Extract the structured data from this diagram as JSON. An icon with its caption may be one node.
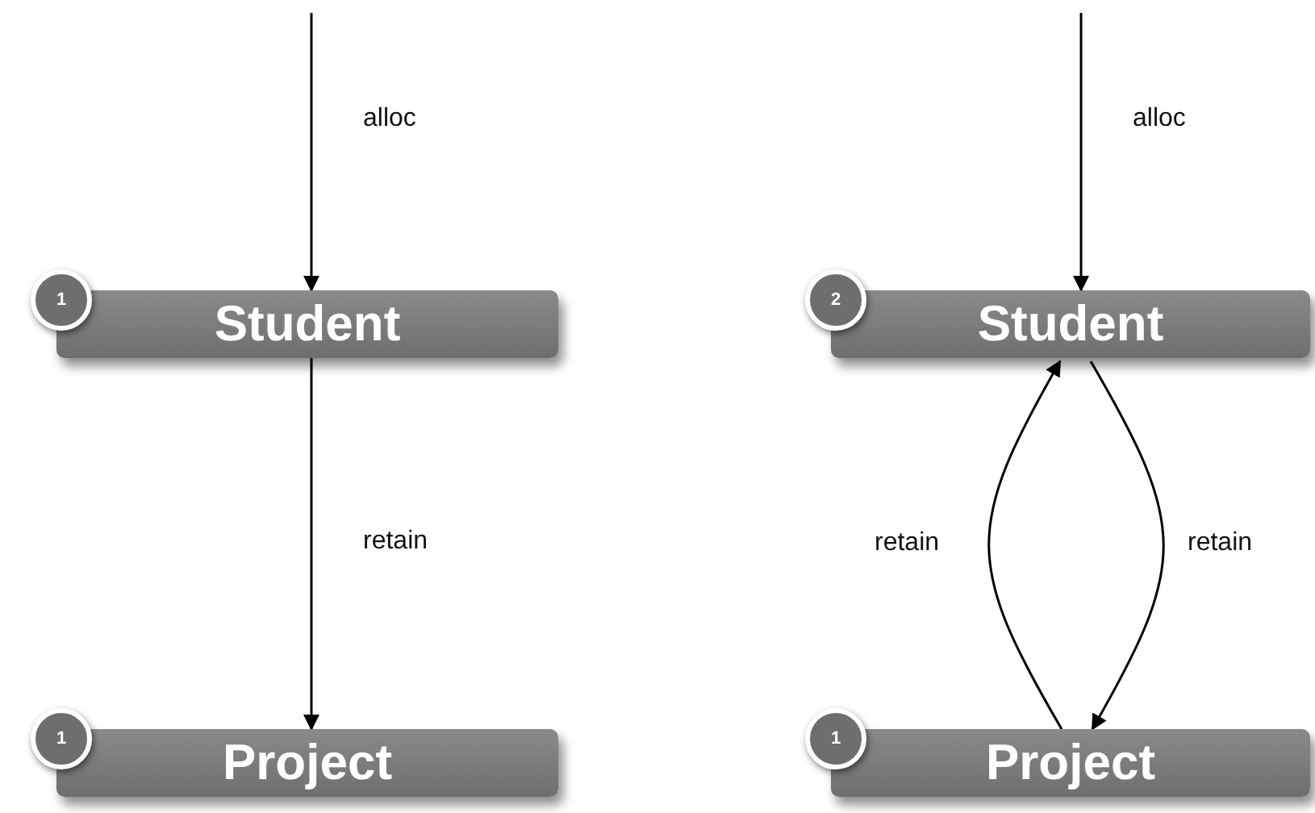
{
  "diagram": {
    "nodes": [
      {
        "text": [
          "1",
          "Student"
        ]
      },
      {
        "text": [
          "1",
          "Project"
        ]
      },
      {
        "text": [
          "2",
          "Student"
        ]
      },
      {
        "text": [
          "1",
          "Project"
        ]
      }
    ],
    "edges": [
      {
        "from": null,
        "to": 0,
        "arrow": "to",
        "label": "alloc"
      },
      {
        "from": 0,
        "to": 1,
        "arrow": "to",
        "label": "retain"
      },
      {
        "from": null,
        "to": 2,
        "arrow": "to",
        "label": "alloc"
      },
      {
        "from": 3,
        "to": 2,
        "arrow": "to",
        "label": "retain"
      },
      {
        "from": 2,
        "to": 3,
        "arrow": "to",
        "label": "retain"
      }
    ]
  }
}
